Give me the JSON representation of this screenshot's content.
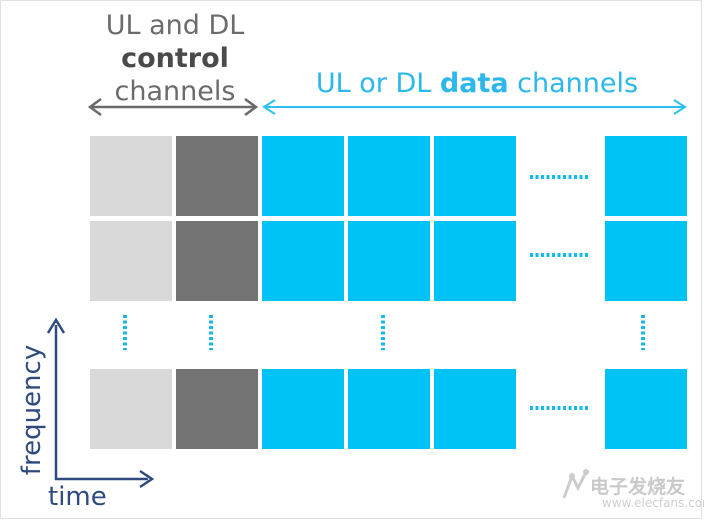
{
  "labels": {
    "control_line1": "UL and DL",
    "control_line2": "control",
    "control_line3": "channels",
    "data_prefix": "UL or DL ",
    "data_bold": "data",
    "data_suffix": " channels",
    "frequency_axis": "frequency",
    "time_axis": "time"
  },
  "watermark": {
    "text": "电子发烧友",
    "sub": "www.elecfans.com"
  },
  "colors": {
    "control_light": "#d9d9d9",
    "control_dark": "#737373",
    "data_block": "#00c3f5",
    "ellipsis": "#16b9ec",
    "axis": "#2e4a7f",
    "control_arrow": "#6a6a6a",
    "data_arrow": "#2cc0f0"
  },
  "grid": {
    "rows": [
      "row-1",
      "row-2",
      "row-last"
    ],
    "columns": [
      {
        "id": "ctrl-col-1",
        "kind": "control_light"
      },
      {
        "id": "ctrl-col-2",
        "kind": "control_dark"
      },
      {
        "id": "data-col-1",
        "kind": "data"
      },
      {
        "id": "data-col-2",
        "kind": "data"
      },
      {
        "id": "data-col-3",
        "kind": "data"
      },
      {
        "id": "data-col-last",
        "kind": "data"
      }
    ]
  }
}
